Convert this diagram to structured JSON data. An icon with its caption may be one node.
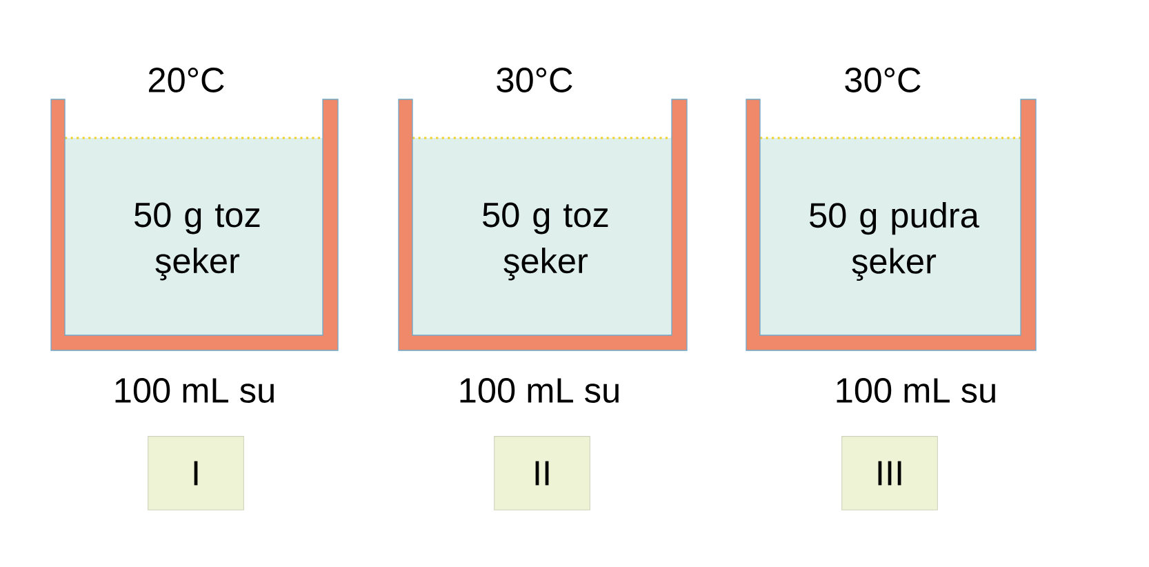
{
  "diagram": {
    "nodes": [
      {
        "text": [
          "50 g toz şeker"
        ],
        "beside": [
          "20°C",
          "100 mL su"
        ]
      },
      {
        "text": [
          "50 g toz şeker"
        ],
        "beside": [
          "30°C",
          "100 mL su"
        ]
      },
      {
        "text": [
          "50 g pudra şeker"
        ],
        "beside": [
          "30°C",
          "100 mL su"
        ]
      },
      {
        "text": [
          "I"
        ]
      },
      {
        "text": [
          "II"
        ]
      },
      {
        "text": [
          "III"
        ]
      }
    ]
  }
}
